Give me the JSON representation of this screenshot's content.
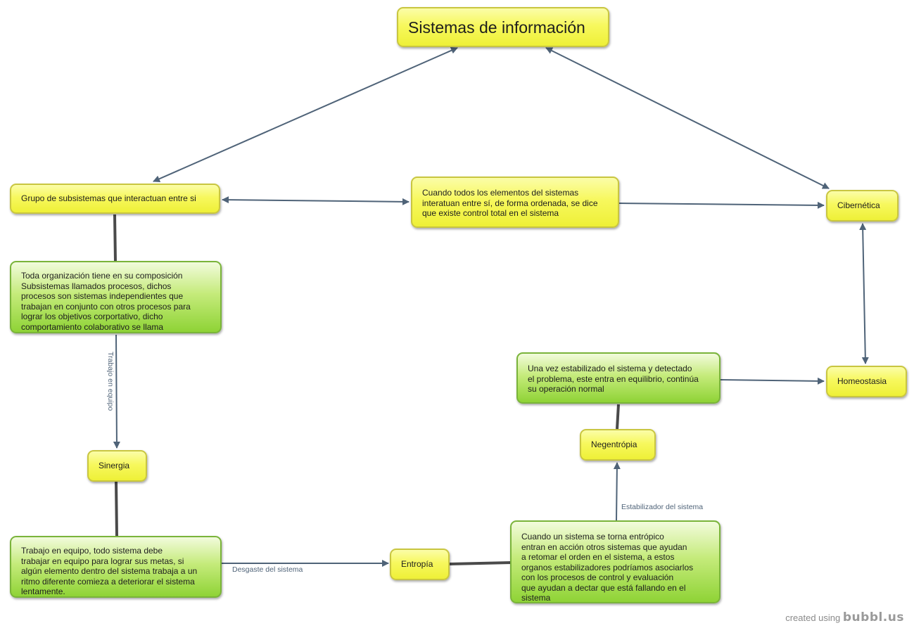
{
  "nodes": {
    "sistemas": "Sistemas de información",
    "grupo": "Grupo de subsistemas que interactuan entre si",
    "cuando_todos": "Cuando todos los elementos del sistemas\ninteratuan entre sí, de forma ordenada, se dice\nque existe control total en el sistema",
    "cibernetica": "Cibernética",
    "toda_org": "Toda organización tiene en su composición\nSubsistemas llamados procesos, dichos\nprocesos son sistemas independientes que\ntrabajan en conjunto con otros procesos para\nlograr los objetivos corportativo, dicho\ncomportamiento colaborativo se llama",
    "sinergia": "Sinergia",
    "trabajo": "Trabajo en equipo, todo sistema debe\ntrabajar en equipo para lograr sus metas, si\nalgún elemento dentro del sistema trabaja a un\nritmo diferente comieza a deteriorar el sistema\nlentamente.",
    "entropia": "Entropía",
    "cuando_un": "Cuando un sistema se torna entrópico\nentran en acción otros sistemas que ayudan\na retomar el orden en el sistema, a estos\norganos estabilizadores podríamos asociarlos\ncon los procesos de control y evaluación\nque ayudan a dectar que está fallando en el\nsistema",
    "negentropia": "Negentrópia",
    "una_vez": "Una vez estabilizado el sistema y detectado\nel problema, este entra en equilibrio, continúa\nsu operación normal",
    "homeostasia": "Homeostasia"
  },
  "edge_labels": {
    "trabajo_en_equipo": "Trabajo en equipo",
    "desgaste": "Desgaste del sistema",
    "estabilizador": "Estabilizador del sistema"
  },
  "credit": {
    "prefix": "created using",
    "brand": "bubbl.us"
  },
  "colors": {
    "arrow": "#4f6378",
    "connector": "#4a4a4a",
    "yellow_node": "#f7f85e",
    "green_node": "#a8df52"
  }
}
